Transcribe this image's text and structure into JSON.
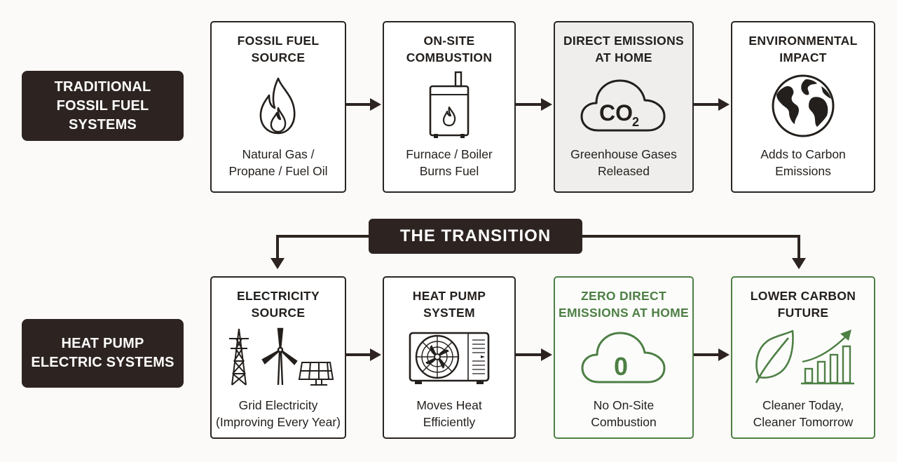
{
  "rows": [
    {
      "label": {
        "line1": "TRADITIONAL",
        "line2": "FOSSIL FUEL SYSTEMS"
      },
      "steps": [
        {
          "title1": "FOSSIL FUEL",
          "title2": "SOURCE",
          "icon": "flame-icon",
          "caption1": "Natural Gas /",
          "caption2": "Propane / Fuel Oil"
        },
        {
          "title1": "ON-SITE",
          "title2": "COMBUSTION",
          "icon": "furnace-icon",
          "caption1": "Furnace / Boiler",
          "caption2": "Burns Fuel"
        },
        {
          "title1": "DIRECT EMISSIONS",
          "title2": "AT HOME",
          "icon": "co2-cloud-icon",
          "icon_text": "CO",
          "icon_sub": "2",
          "caption1": "Greenhouse Gases",
          "caption2": "Released"
        },
        {
          "title1": "ENVIRONMENTAL",
          "title2": "IMPACT",
          "icon": "globe-icon",
          "caption1": "Adds to Carbon",
          "caption2": "Emissions"
        }
      ]
    },
    {
      "label": {
        "line1": "HEAT PUMP",
        "line2": "ELECTRIC SYSTEMS"
      },
      "steps": [
        {
          "title1": "ELECTRICITY",
          "title2": "SOURCE",
          "icon": "power-sources-icon",
          "caption1": "Grid Electricity",
          "caption2": "(Improving Every Year)"
        },
        {
          "title1": "HEAT PUMP",
          "title2": "SYSTEM",
          "icon": "heat-pump-unit-icon",
          "caption1": "Moves Heat",
          "caption2": "Efficiently"
        },
        {
          "title1": "ZERO DIRECT",
          "title2": "EMISSIONS AT HOME",
          "icon": "zero-cloud-icon",
          "icon_text": "0",
          "caption1": "No On-Site",
          "caption2": "Combustion"
        },
        {
          "title1": "LOWER CARBON",
          "title2": "FUTURE",
          "icon": "leaf-growth-icon",
          "caption1": "Cleaner Today,",
          "caption2": "Cleaner Tomorrow"
        }
      ]
    }
  ],
  "transition": {
    "label": "THE TRANSITION"
  },
  "colors": {
    "dark": "#2d2421",
    "green": "#4e7f45",
    "highlight_gray": "#efeeec"
  }
}
